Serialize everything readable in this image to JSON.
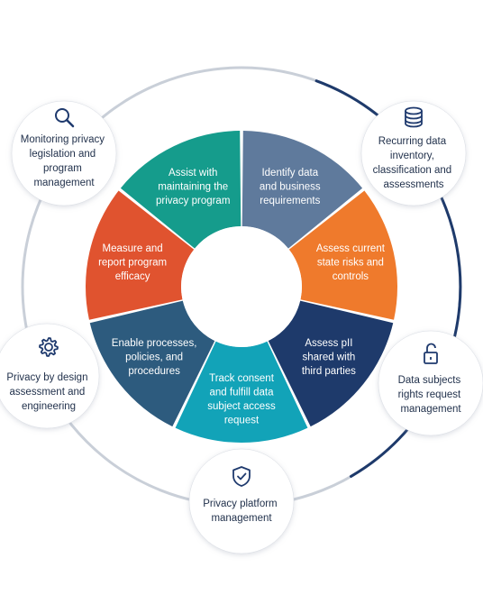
{
  "colors": {
    "outer_ring": "#c9cfd8",
    "outer_ring_dark": "#1e3a6b",
    "icon_stroke": "#1f3a6e",
    "node_bg": "#ffffff",
    "node_shadow": "#d7dbe2"
  },
  "segments": [
    {
      "lines": [
        "Identify data",
        "and business",
        "requirements"
      ],
      "color": "#5f7a9c"
    },
    {
      "lines": [
        "Assess current",
        "state risks and",
        "controls"
      ],
      "color": "#ef7a2c"
    },
    {
      "lines": [
        "Assess pII",
        "shared with",
        "third parties"
      ],
      "color": "#1e3a6b"
    },
    {
      "lines": [
        "Track consent",
        "and fulfill data",
        "subject access",
        "request"
      ],
      "color": "#12a3b8"
    },
    {
      "lines": [
        "Enable processes,",
        "policies, and",
        "procedures"
      ],
      "color": "#2d5b7e"
    },
    {
      "lines": [
        "Measure and",
        "report program",
        "efficacy"
      ],
      "color": "#e0532f"
    },
    {
      "lines": [
        "Assist with",
        "maintaining the",
        "privacy program"
      ],
      "color": "#159c8c"
    }
  ],
  "nodes": [
    {
      "id": "monitoring",
      "icon": "search-icon",
      "lines": [
        "Monitoring privacy",
        "legislation and",
        "program",
        "management"
      ]
    },
    {
      "id": "recurring",
      "icon": "database-icon",
      "lines": [
        "Recurring data",
        "inventory,",
        "classification and",
        "assessments"
      ]
    },
    {
      "id": "by-design",
      "icon": "gear-icon",
      "lines": [
        "Privacy by design",
        "assessment and",
        "engineering"
      ]
    },
    {
      "id": "dsr",
      "icon": "unlock-icon",
      "lines": [
        "Data subjects",
        "rights request",
        "management"
      ]
    },
    {
      "id": "platform",
      "icon": "shield-check-icon",
      "lines": [
        "Privacy platform",
        "management"
      ]
    }
  ]
}
